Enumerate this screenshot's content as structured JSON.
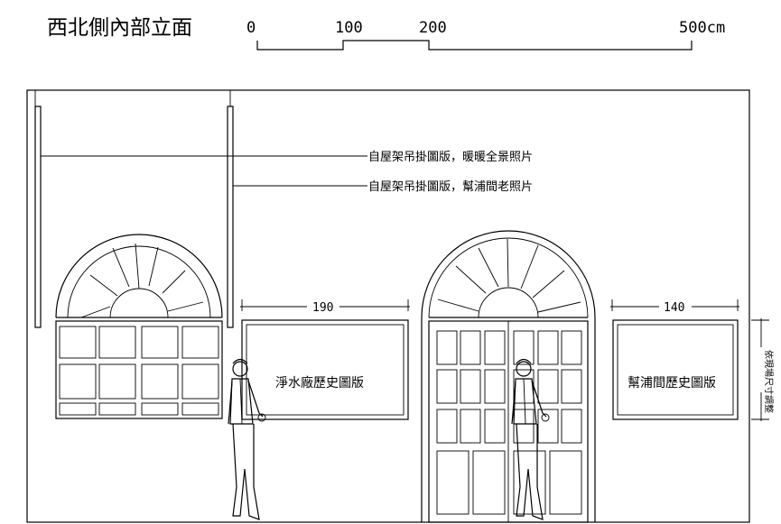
{
  "title": "西北側內部立面",
  "scale_bar": {
    "ticks": [
      "0",
      "100",
      "200",
      "500cm"
    ]
  },
  "callouts": {
    "top": "自屋架吊掛圖版，暖暖全景照片",
    "second": "自屋架吊掛圖版，幫浦間老照片"
  },
  "dimensions": {
    "left_board_width": "190",
    "right_board_width": "140",
    "vertical_note": "依現場尺寸調整"
  },
  "boards": {
    "left": "淨水廠歷史圖版",
    "right": "幫浦間歷史圖版"
  }
}
